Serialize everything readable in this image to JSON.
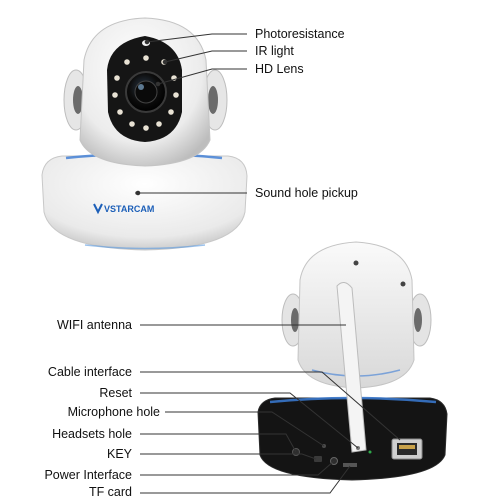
{
  "brand": "VSTARCAM",
  "top_callouts": [
    {
      "id": "photoresistance",
      "text": "Photoresistance"
    },
    {
      "id": "ir-light",
      "text": "IR light"
    },
    {
      "id": "hd-lens",
      "text": "HD Lens"
    },
    {
      "id": "sound-hole",
      "text": "Sound hole pickup"
    }
  ],
  "bottom_callouts": [
    {
      "id": "wifi-antenna",
      "text": "WIFI antenna"
    },
    {
      "id": "cable-interface",
      "text": "Cable interface"
    },
    {
      "id": "reset",
      "text": "Reset"
    },
    {
      "id": "microphone-hole",
      "text": "Microphone hole"
    },
    {
      "id": "headsets-hole",
      "text": "Headsets hole"
    },
    {
      "id": "key",
      "text": "KEY"
    },
    {
      "id": "power-interface",
      "text": "Power Interface"
    },
    {
      "id": "tf-card",
      "text": "TF card"
    }
  ],
  "colors": {
    "housing": "#f4f4f4",
    "shadow": "#cfcfcf",
    "dark": "#1a1a1a",
    "accent_blue": "#3a7bd5",
    "leader_line": "#333333"
  }
}
